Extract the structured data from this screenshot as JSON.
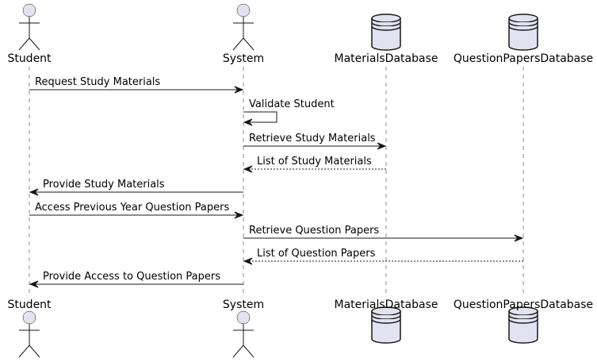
{
  "diagram_type": "sequence",
  "colors": {
    "participant_fill": "#E2E2F0",
    "line": "#181818",
    "background": "#ffffff"
  },
  "participants": [
    {
      "id": "student",
      "label": "Student",
      "shape": "actor"
    },
    {
      "id": "system",
      "label": "System",
      "shape": "actor"
    },
    {
      "id": "materials_db",
      "label": "MaterialsDatabase",
      "shape": "database"
    },
    {
      "id": "qp_db",
      "label": "QuestionPapersDatabase",
      "shape": "database"
    }
  ],
  "messages": [
    {
      "from": "student",
      "to": "system",
      "label": "Request Study Materials",
      "style": "solid"
    },
    {
      "from": "system",
      "to": "system",
      "label": "Validate Student",
      "style": "solid"
    },
    {
      "from": "system",
      "to": "materials_db",
      "label": "Retrieve Study Materials",
      "style": "solid"
    },
    {
      "from": "materials_db",
      "to": "system",
      "label": "List of Study Materials",
      "style": "dashed"
    },
    {
      "from": "system",
      "to": "student",
      "label": "Provide Study Materials",
      "style": "solid"
    },
    {
      "from": "student",
      "to": "system",
      "label": "Access Previous Year Question Papers",
      "style": "solid"
    },
    {
      "from": "system",
      "to": "qp_db",
      "label": "Retrieve Question Papers",
      "style": "solid"
    },
    {
      "from": "qp_db",
      "to": "system",
      "label": "List of Question Papers",
      "style": "dashed"
    },
    {
      "from": "system",
      "to": "student",
      "label": "Provide Access to Question Papers",
      "style": "solid"
    }
  ]
}
